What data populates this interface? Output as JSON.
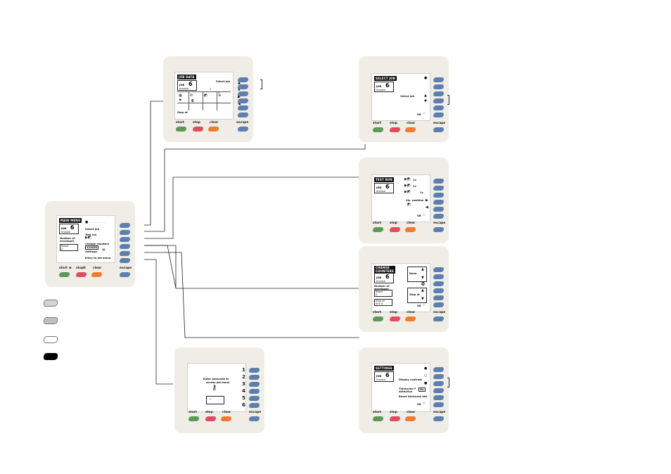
{
  "colors": {
    "panel": "#efede6",
    "blue_key": "#5c7fb0",
    "start": "#5a9a55",
    "stop": "#e44a5e",
    "clear": "#f27a2e"
  },
  "keys": {
    "start": "start",
    "stop": "stop",
    "clear": "clear",
    "escape": "escape"
  },
  "job": {
    "label": "JOB",
    "number": "6",
    "name": "Invoice"
  },
  "main_menu": {
    "title": "MAIN MENU",
    "items": [
      "Select job",
      "Test run",
      "Change counters",
      "Settings",
      "Entry to job menu"
    ],
    "number_of_envelopes": "Number of envelopes",
    "reset_label": "Reset",
    "reset_value": "0",
    "counter_digits": "123456"
  },
  "job_data": {
    "title": "JOB DATA",
    "select_job": "Select job",
    "stop_at": "Stop at",
    "num_8": "8",
    "num_2": "2",
    "num_0": "0"
  },
  "select_job": {
    "title": "SELECT JOB",
    "select_job": "Select job",
    "ok": "OK"
  },
  "test_run": {
    "title": "TEST RUN",
    "row_label": "1x",
    "stc_position": "Stc. position",
    "ok": "OK"
  },
  "change_counters": {
    "title_1": "CHANGE",
    "title_2": "COUNTERS",
    "number_of_envelopes": "Number of envelopes",
    "reset": "Reset",
    "reset_value": "0",
    "stop_at": "Stop at",
    "stop_at_value": "000   0",
    "done_label": "Done",
    "done_value": "0",
    "stop_at_2": "Stop at",
    "ok": "OK"
  },
  "passcode": {
    "instruction_1": "Enter passcode to",
    "instruction_2": "access job menu",
    "entry": "*",
    "digits": [
      "1",
      "2",
      "3",
      "4",
      "5",
      "6"
    ]
  },
  "settings": {
    "title": "SETTINGS",
    "display_contrast": "Display contrast",
    "thickness_1": "Thickness",
    "thickness_2": "detection",
    "on_off": "On",
    "reset_thickness": "Reset thickness det.",
    "ok": "OK"
  }
}
